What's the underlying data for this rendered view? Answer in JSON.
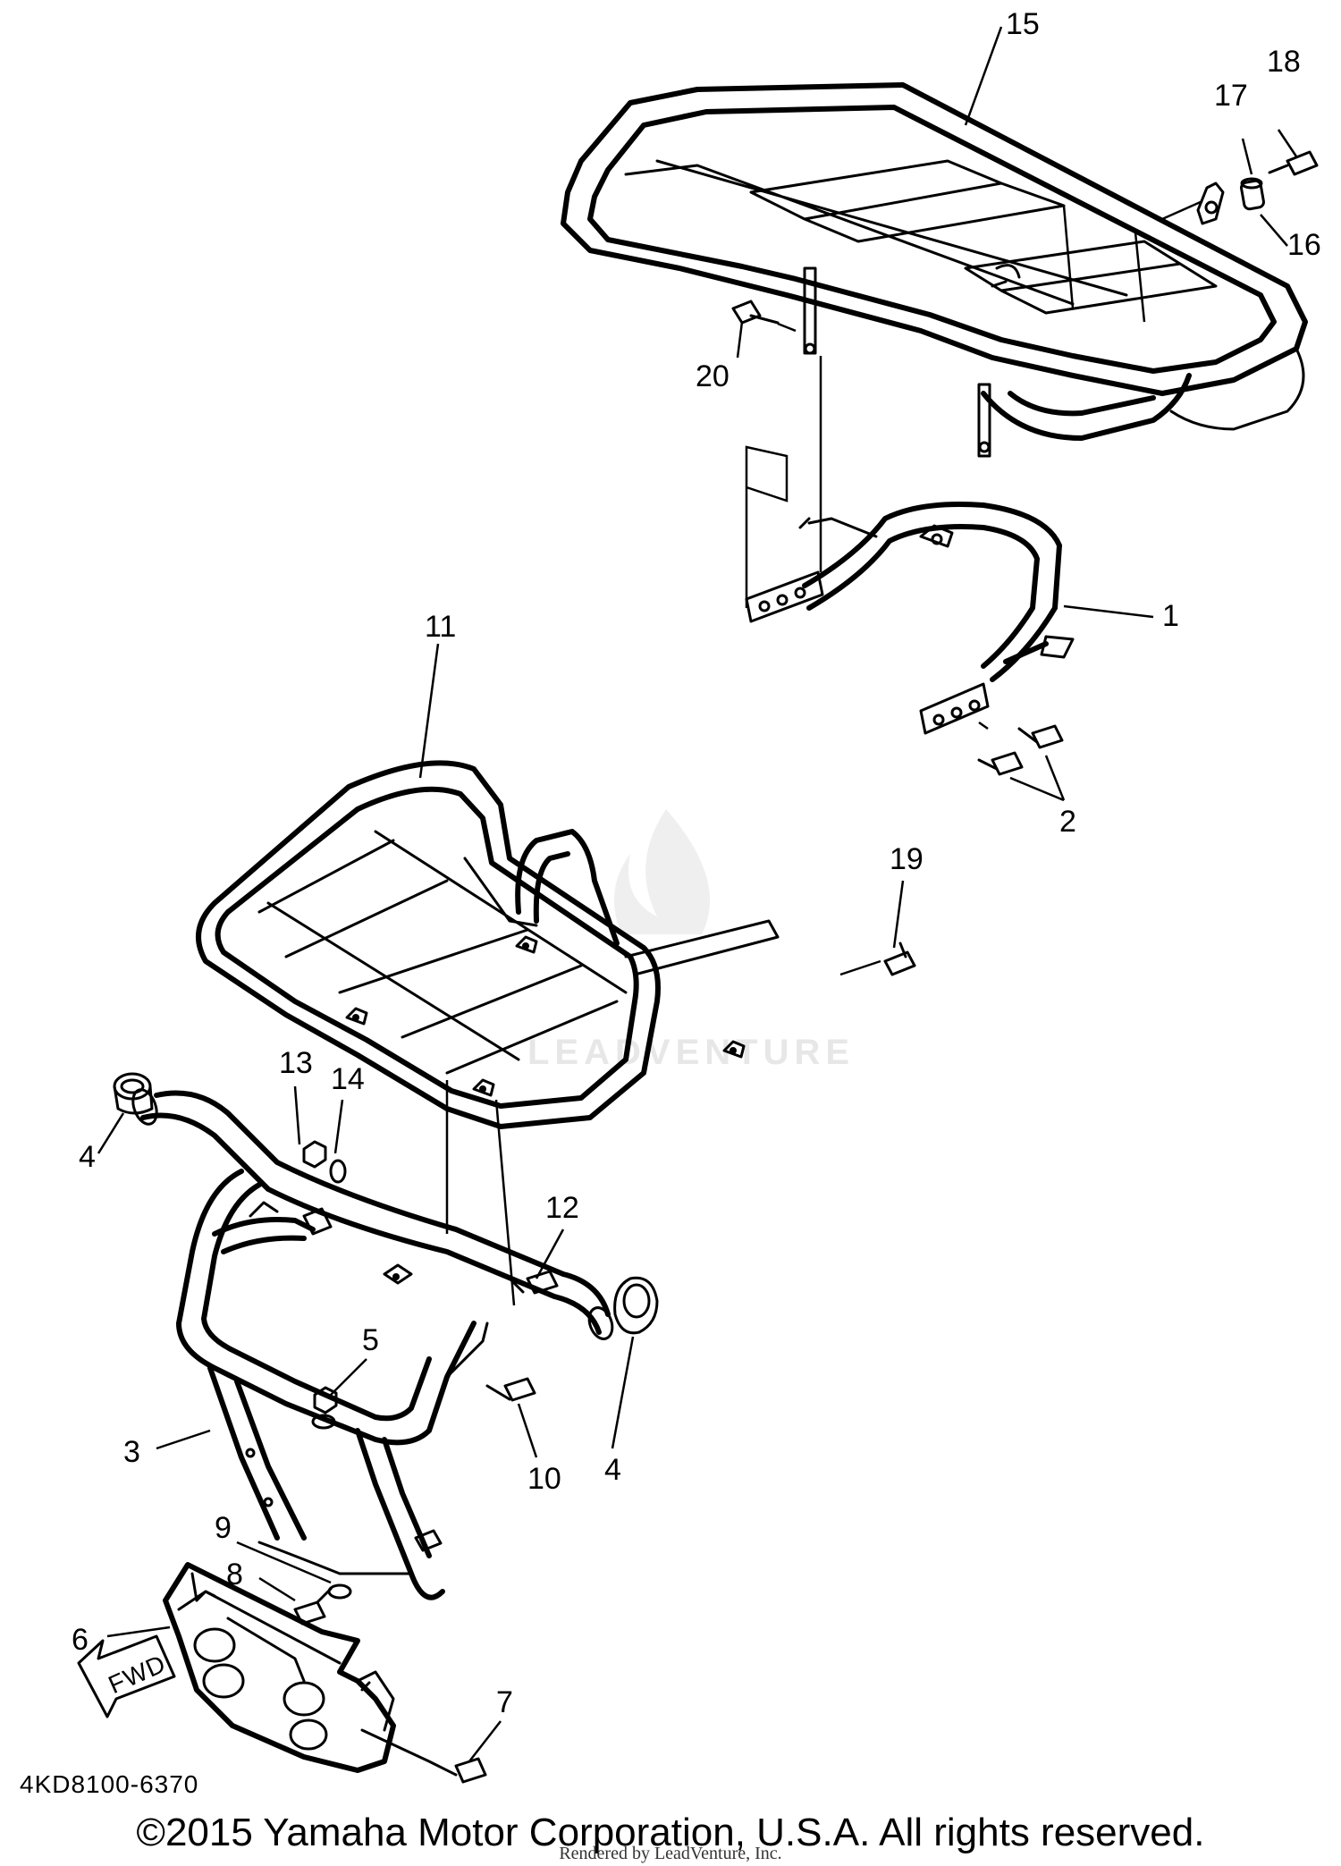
{
  "diagram": {
    "part_code": "4KD8100-6370",
    "watermark": "LEADVENTURE",
    "fwd_label": "FWD",
    "callouts": [
      "1",
      "2",
      "3",
      "4",
      "4",
      "5",
      "6",
      "7",
      "8",
      "9",
      "10",
      "11",
      "12",
      "13",
      "14",
      "15",
      "16",
      "17",
      "18",
      "19",
      "20"
    ]
  },
  "footer": {
    "copyright": "©2015 Yamaha Motor Corporation, U.S.A. All rights reserved.",
    "rendered_by": "Rendered by LeadVenture, Inc."
  }
}
